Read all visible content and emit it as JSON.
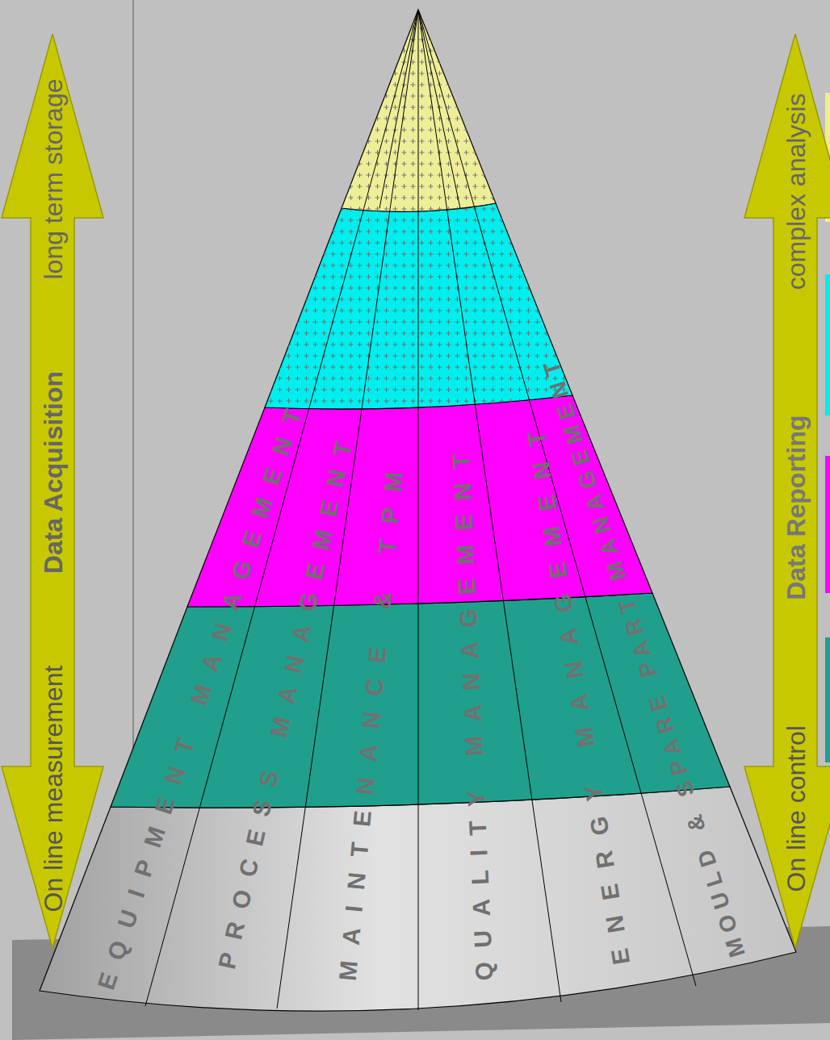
{
  "diagram": {
    "nodes": [
      {
        "text": [
          "On line measurement",
          "Data Acquisition",
          "long term storage"
        ]
      },
      {
        "text": [
          "On line control",
          "Data Reporting",
          "complex analysis"
        ]
      }
    ],
    "labels": [
      "EQUIPMENT MANAGEMENT",
      "PROCESS MANAGEMENT",
      "MAINTENANCE & TPM",
      "QUALITY MANAGEMENT",
      "ENERGY MANAGEMENT",
      "MOULD & SPARE PART MANAGEMENT"
    ]
  }
}
